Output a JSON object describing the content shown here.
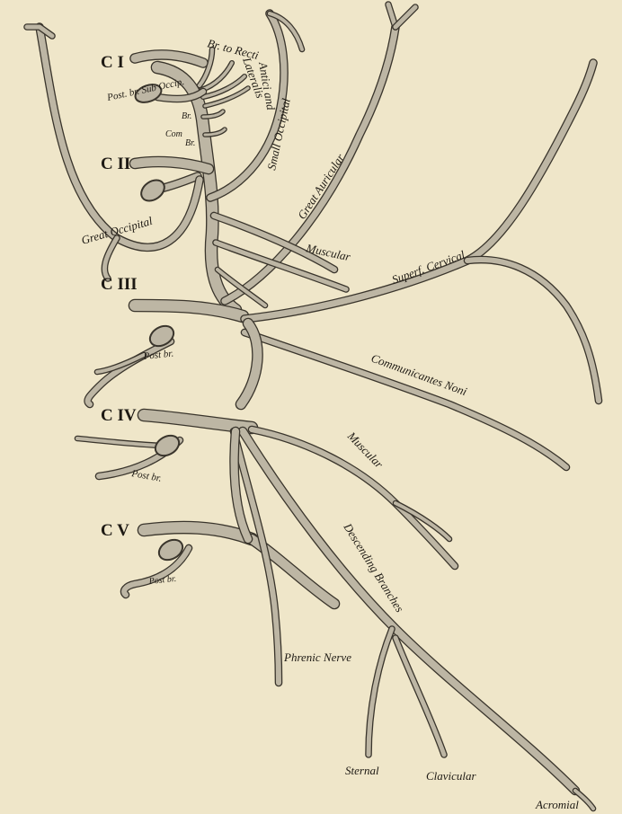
{
  "colors": {
    "paper": "#efe6c9",
    "nerve_fill": "#bdb6a4",
    "nerve_edge": "#3a352c",
    "ink": "#1e1a14"
  },
  "roots": {
    "c1": "C I",
    "c2": "C II",
    "c3": "C III",
    "c4": "C IV",
    "c5": "C V"
  },
  "labels": {
    "br_to_recti": "Br. to Recti",
    "lateralis": "Lateralis",
    "antici_and": "Antici and",
    "post_br_sub_occip": "Post. br. Sub Occip.",
    "br": "Br.",
    "com": "Com",
    "br2": "Br.",
    "small_occipital": "Small Occipital",
    "great_auricular": "Great Auricular",
    "great_occipital": "Great Occipital",
    "muscular_upper": "Muscular",
    "superf_cervical": "Superf. Cervical",
    "post_br_c3": "Post br.",
    "communicantes_noni": "Communicantes Noni",
    "muscular_lower": "Muscular",
    "post_br_c4": "Post br.",
    "descending_branches": "Descending Branches",
    "post_br_c5": "Post br.",
    "phrenic_nerve": "Phrenic Nerve",
    "sternal": "Sternal",
    "clavicular": "Clavicular",
    "acromial": "Acromial"
  }
}
